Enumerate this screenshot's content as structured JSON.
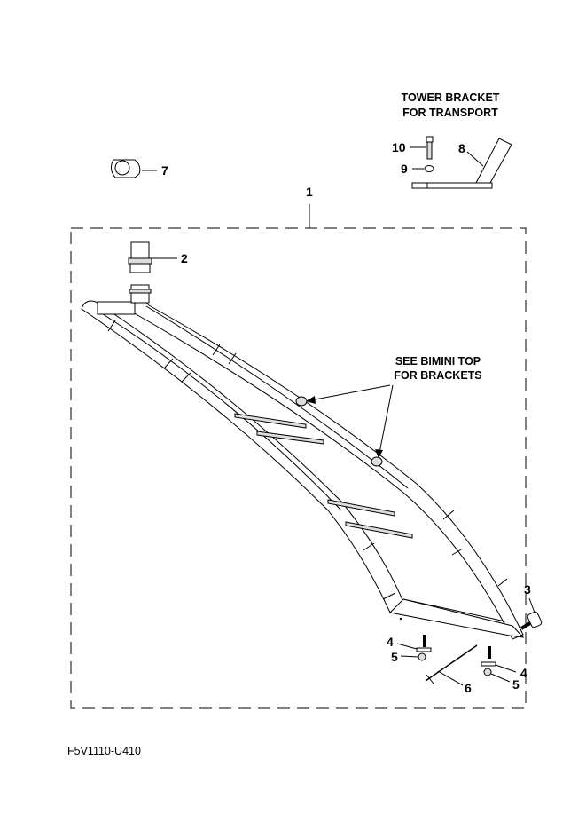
{
  "diagram": {
    "tower_bracket_caption_line1": "TOWER BRACKET",
    "tower_bracket_caption_line2": "FOR TRANSPORT",
    "bimini_note_line1": "SEE BIMINI TOP",
    "bimini_note_line2": "FOR BRACKETS",
    "callouts": {
      "c1": "1",
      "c2": "2",
      "c3": "3",
      "c4a": "4",
      "c4b": "4",
      "c5a": "5",
      "c5b": "5",
      "c6": "6",
      "c7": "7",
      "c8": "8",
      "c9": "9",
      "c10": "10"
    },
    "drawing_code": "F5V1110-U410"
  }
}
